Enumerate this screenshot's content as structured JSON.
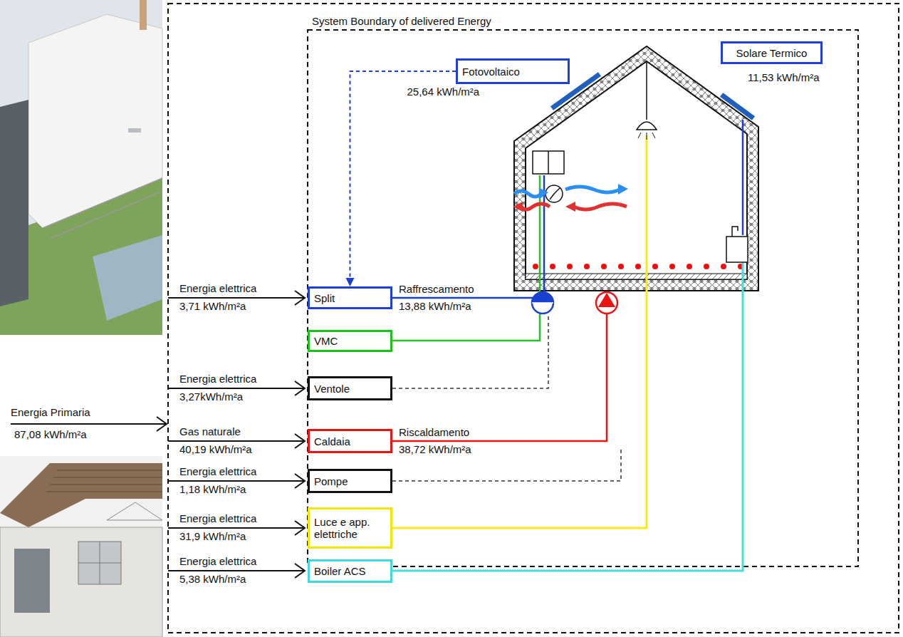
{
  "diagram": {
    "nodes": [
      {
        "text": [
          "Fotovoltaico"
        ]
      },
      {
        "text": [
          "Solare Termico"
        ]
      },
      {
        "text": [
          "Split"
        ]
      },
      {
        "text": [
          "VMC"
        ]
      },
      {
        "text": [
          "Ventole"
        ]
      },
      {
        "text": [
          "Caldaia"
        ]
      },
      {
        "text": [
          "Pompe"
        ]
      },
      {
        "text": [
          "Luce e app. elettriche"
        ]
      },
      {
        "text": [
          "Boiler ACS"
        ]
      }
    ],
    "edges": [
      {
        "from": 0,
        "to": 2,
        "arrow": "to",
        "label": "25,64 kWh/m²a"
      }
    ],
    "labels": [
      "System Boundary of delivered Energy",
      "11,53 kWh/m²a",
      "Energia Primaria",
      "87,08 kWh/m²a",
      "Energia elettrica",
      "3,71 kWh/m²a",
      "Raffrescamento",
      "13,88 kWh/m²a",
      "Energia elettrica",
      "3,27kWh/m²a",
      "Gas naturale",
      "40,19 kWh/m²a",
      "Riscaldamento",
      "38,72 kWh/m²a",
      "Energia elettrica",
      "1,18 kWh/m²a",
      "Energia elettrica",
      "31,9 kWh/m²a",
      "Energia elettrica",
      "5,38 kWh/m²a"
    ]
  }
}
